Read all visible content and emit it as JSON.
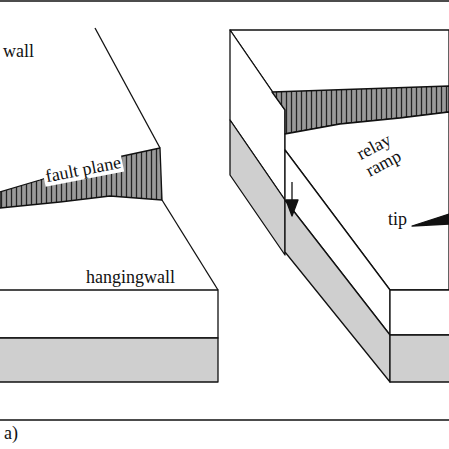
{
  "diagram": {
    "labels": [
      "wall",
      "fault plane",
      "hangingwall",
      "relay ramp",
      "tip",
      "a)"
    ]
  }
}
